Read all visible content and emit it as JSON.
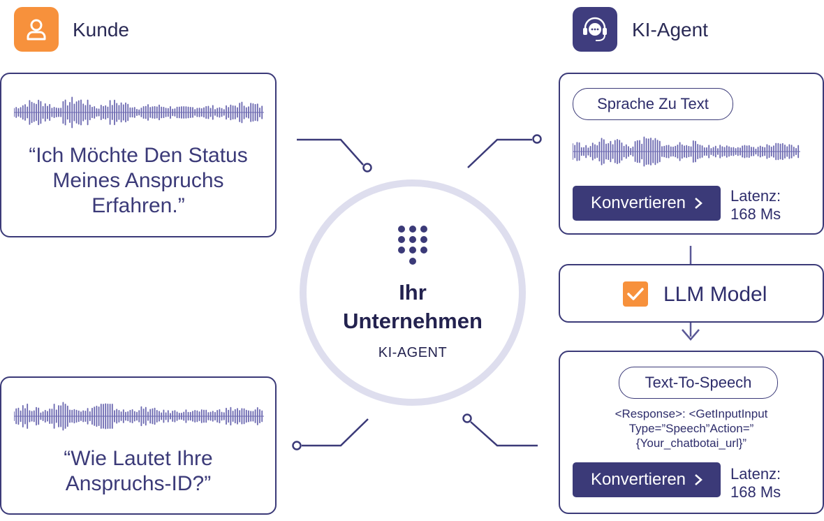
{
  "customer": {
    "title": "Kunde",
    "icon": "person-icon",
    "accent": "#f7913c"
  },
  "agent": {
    "title": "KI-Agent",
    "icon": "chat-headset-icon",
    "accent": "#3f3d7e"
  },
  "customer_cards": [
    {
      "quote": "“Ich Möchte Den Status Meines Anspruchs Erfahren.”"
    },
    {
      "quote": "“Wie Lautet Ihre Anspruchs-ID?”"
    }
  ],
  "center": {
    "icon": "dialpad-icon",
    "title_line1": "Ihr",
    "title_line2": "Unternehmen",
    "subtitle": "KI-AGENT",
    "ring_color": "#dcdcef"
  },
  "stt_card": {
    "pill": "Sprache Zu Text",
    "button": "Konvertieren",
    "latency_label": "Latenz:",
    "latency_value": "168 Ms"
  },
  "llm_card": {
    "label": "LLM Model",
    "icon": "checkbox-icon",
    "check_color": "#f7913c"
  },
  "tts_card": {
    "pill": "Text-To-Speech",
    "code_line1": "<Response>: <GetInputInput",
    "code_line2": "Type=”Speech”Action=”",
    "code_line3": "{Your_chatbotai_url}”",
    "button": "Konvertieren",
    "latency_label": "Latenz:",
    "latency_value": "168 Ms"
  },
  "colors": {
    "primary": "#3b3a78",
    "waveform": "#6b68b0"
  }
}
